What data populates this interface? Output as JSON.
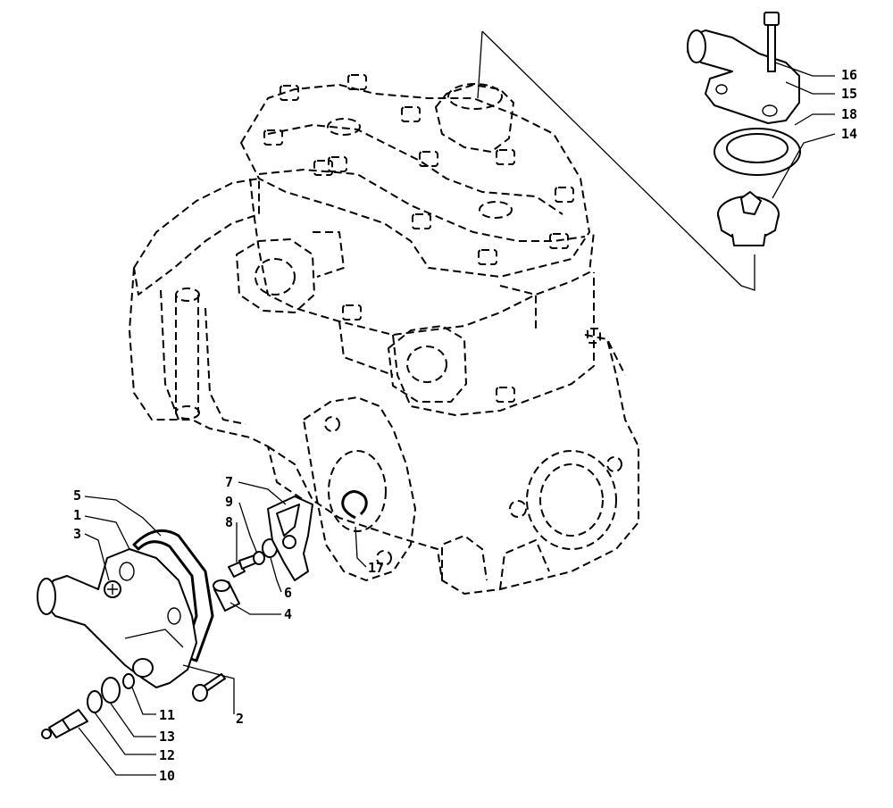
{
  "callouts": {
    "c1": "1",
    "c2": "2",
    "c3": "3",
    "c4": "4",
    "c5": "5",
    "c6": "6",
    "c7": "7",
    "c8": "8",
    "c9": "9",
    "c10": "10",
    "c11": "11",
    "c12": "12",
    "c13": "13",
    "c14": "14",
    "c15": "15",
    "c16": "16",
    "c17": "17",
    "c18": "18"
  },
  "parts": [
    {
      "id": "water-pump-housing",
      "callout": "1"
    },
    {
      "id": "housing-screw",
      "callout": "2"
    },
    {
      "id": "housing-bolt",
      "callout": "3"
    },
    {
      "id": "spacer",
      "callout": "4"
    },
    {
      "id": "o-ring",
      "callout": "5"
    },
    {
      "id": "washer",
      "callout": "6"
    },
    {
      "id": "impeller",
      "callout": "7"
    },
    {
      "id": "impeller-bolt",
      "callout": "8"
    },
    {
      "id": "lock-washer",
      "callout": "9"
    },
    {
      "id": "temperature-sensor",
      "callout": "10"
    },
    {
      "id": "small-washer",
      "callout": "11"
    },
    {
      "id": "gasket-washer",
      "callout": "12"
    },
    {
      "id": "seal-washer",
      "callout": "13"
    },
    {
      "id": "thermostat",
      "callout": "14"
    },
    {
      "id": "thermostat-housing",
      "callout": "15"
    },
    {
      "id": "thermostat-bolt",
      "callout": "16"
    },
    {
      "id": "snap-ring",
      "callout": "17"
    },
    {
      "id": "thermostat-seal",
      "callout": "18"
    }
  ]
}
